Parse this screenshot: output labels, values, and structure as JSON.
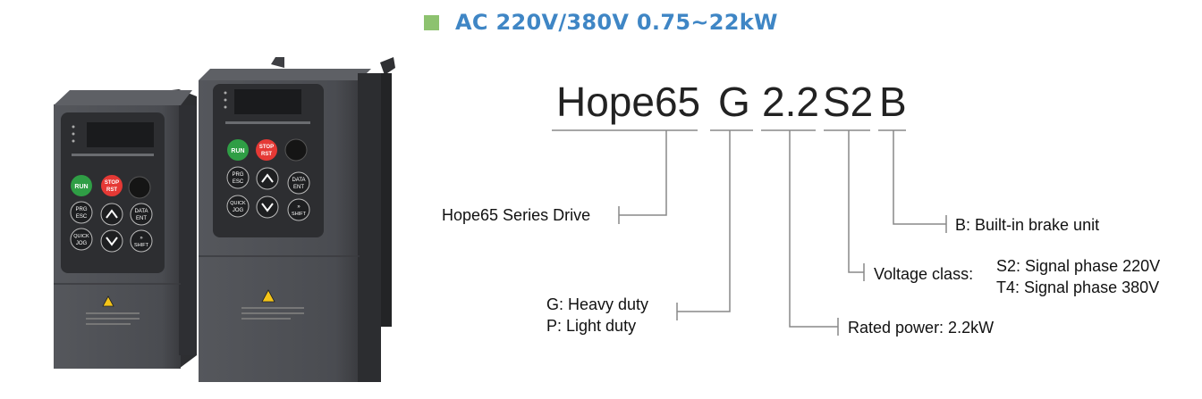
{
  "title": "AC 220V/380V 0.75~22kW",
  "colors": {
    "title": "#3f86c5",
    "accent_square": "#8dc26f",
    "drive_body": "#4b4d52",
    "run_button": "#2f9e45",
    "stop_button": "#e53935"
  },
  "model_code": {
    "series": "Hope65",
    "duty": "G",
    "power": "2.2",
    "voltage": "S2",
    "brake": "B"
  },
  "labels": {
    "series": "Hope65 Series Drive",
    "duty_g": "G: Heavy duty",
    "duty_p": "P: Light duty",
    "power": "Rated power: 2.2kW",
    "voltage_title": "Voltage class:",
    "voltage_s2": "S2: Signal phase 220V",
    "voltage_t4": "T4: Signal phase 380V",
    "brake": "B: Built-in brake unit"
  },
  "keypad": {
    "run": "RUN",
    "stop_top": "STOP",
    "stop_bottom": "RST",
    "prg_top": "PRG",
    "prg_bottom": "ESC",
    "data_top": "DATA",
    "data_bottom": "ENT",
    "quick_top": "QUICK",
    "quick_bottom": "JOG",
    "shift_top": "»",
    "shift_bottom": "SHIFT"
  }
}
